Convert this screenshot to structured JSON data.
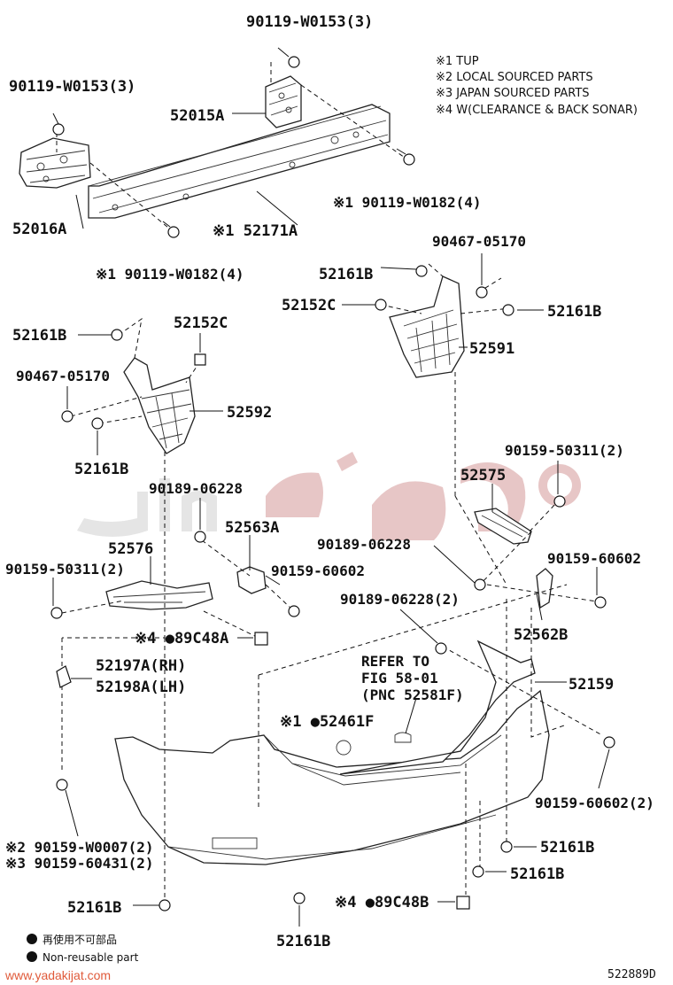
{
  "notes": [
    "※1 TUP",
    "※2 LOCAL SOURCED PARTS",
    "※3 JAPAN SOURCED PARTS",
    "※4 W(CLEARANCE & BACK SONAR)"
  ],
  "labels": {
    "bolt_top_center": "90119-W0153(3)",
    "bolt_top_left": "90119-W0153(3)",
    "bracket_right": "52015A",
    "bracket_left": "52016A",
    "reinforcement": "※1 52171A",
    "bolt_reinf_right": "※1 90119-W0182(4)",
    "bolt_reinf_left": "※1 90119-W0182(4)",
    "retainer_r_top": "52161B",
    "nut_r_top": "90467-05170",
    "stay_r": "52152C",
    "retainer_r_mid": "52161B",
    "bracket_rr": "52591",
    "retainer_l_top": "52161B",
    "stay_l": "52152C",
    "nut_l": "90467-05170",
    "bracket_rl": "52592",
    "retainer_l_bottom": "52161B",
    "screw_mid_left": "90189-06228",
    "bracket_52563": "52563A",
    "bracket_52576": "52576",
    "screw_52576": "90159-50311(2)",
    "screw_52563": "90159-60602",
    "sonar_a": "※4 ●89C48A",
    "bracket_52575": "52575",
    "screw_52575": "90159-50311(2)",
    "screw_mid_right": "90189-06228",
    "screw_right_top": "90159-60602",
    "screw_mid_right2": "90189-06228(2)",
    "bracket_52562": "52562B",
    "clip_52197": "52197A(RH)",
    "clip_52198": "52198A(LH)",
    "refer": [
      "REFER TO",
      "FIG 58-01",
      "(PNC 52581F)"
    ],
    "cover_52159": "52159",
    "plug_52461": "※1 ●52461F",
    "screw_bottom_right": "90159-60602(2)",
    "screw_local": "※2 90159-W0007(2)",
    "screw_japan": "※3 90159-60431(2)",
    "retainer_br1": "52161B",
    "retainer_br2": "52161B",
    "retainer_bl": "52161B",
    "sonar_b": "※4 ●89C48B",
    "retainer_bc": "52161B"
  },
  "legend": {
    "item1": "再使用不可部品",
    "item2": "Non-reusable part"
  },
  "footer": {
    "url": "www.yadakijat.com",
    "code": "522889D"
  }
}
